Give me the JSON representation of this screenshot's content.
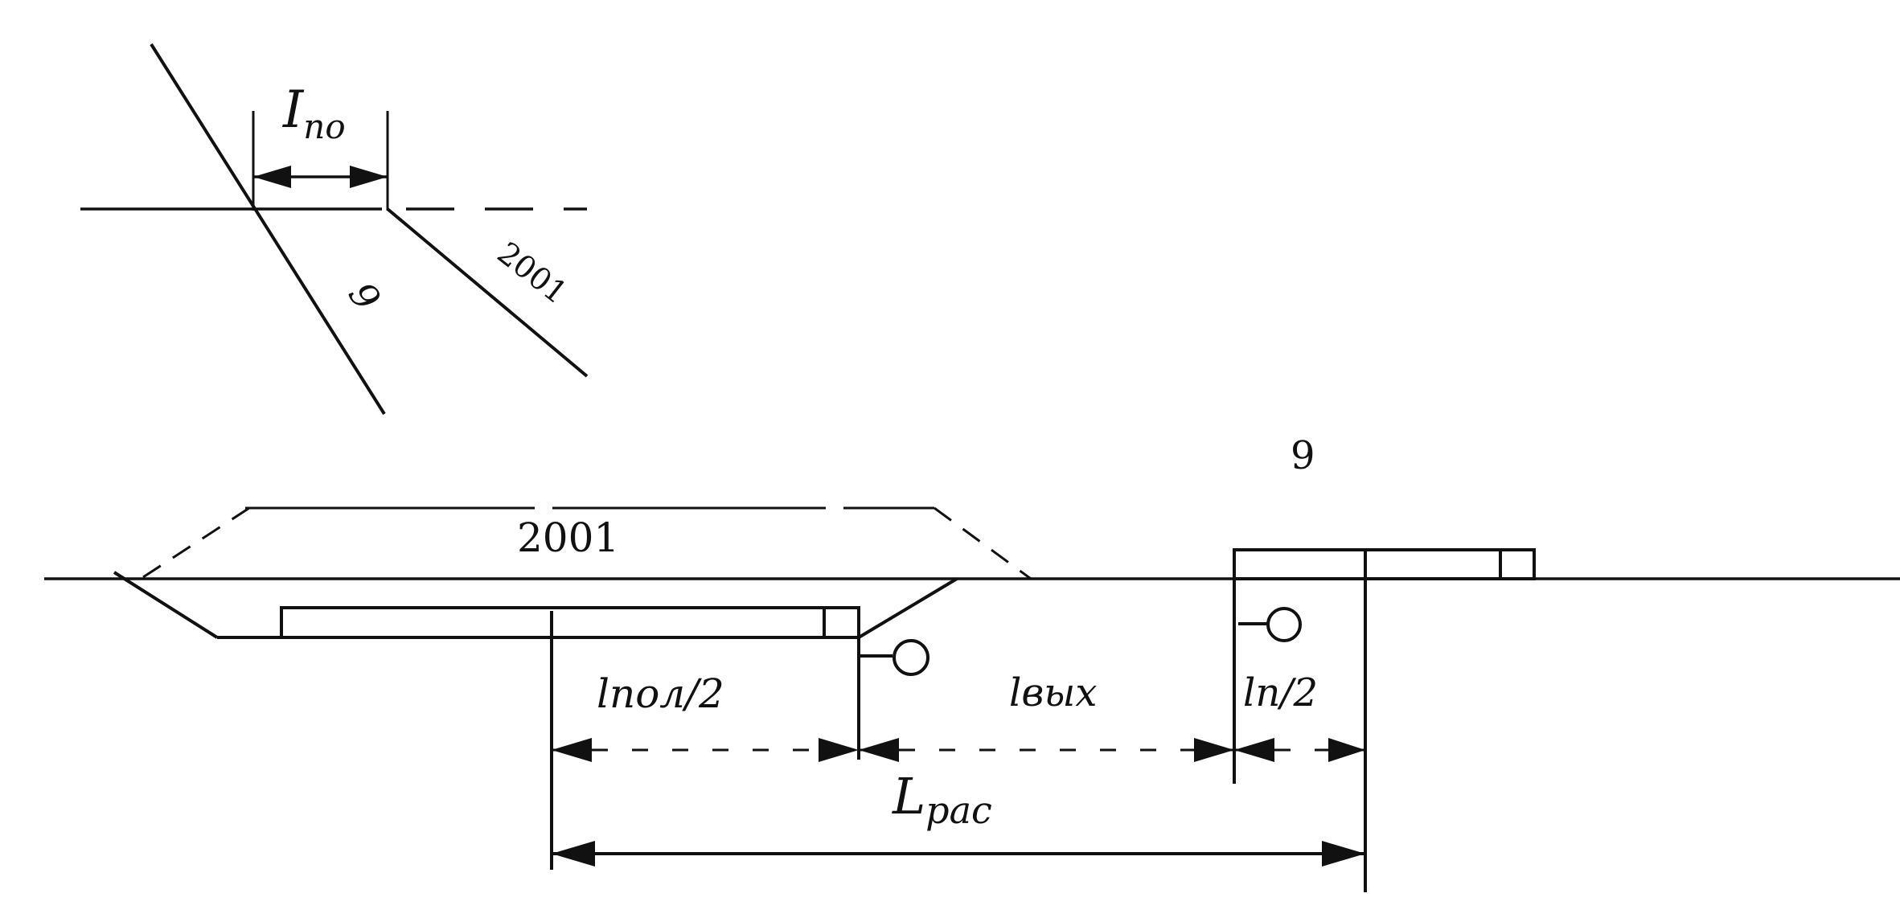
{
  "inset": {
    "dimension_label": "I",
    "dimension_sub": "no",
    "track_a_label": "9",
    "track_b_label": "2001"
  },
  "main": {
    "switch_label": "9",
    "siding_label": "2001",
    "dim_left_label": "lпол/2",
    "dim_mid_label": "lвых",
    "dim_right_label": "ln/2",
    "total_label": "L",
    "total_sub": "рас"
  }
}
